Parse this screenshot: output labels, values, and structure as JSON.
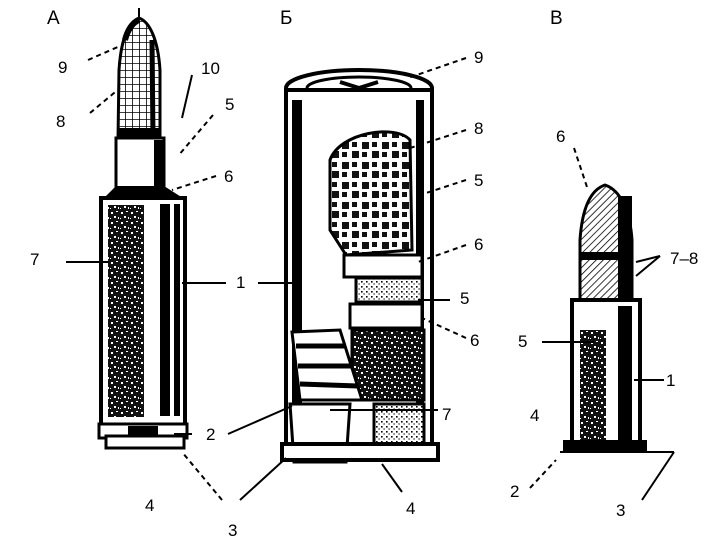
{
  "panels": {
    "a": {
      "title": "А",
      "callouts": {
        "c9": "9",
        "c8": "8",
        "c10": "10",
        "c5": "5",
        "c6": "6",
        "c7": "7",
        "c1": "1",
        "c2": "2",
        "c3": "3",
        "c4": "4"
      }
    },
    "b": {
      "title": "Б",
      "callouts": {
        "c9": "9",
        "c8": "8",
        "c5a": "5",
        "c6a": "6",
        "c5b": "5",
        "c6b": "6",
        "c1": "1",
        "c7": "7",
        "c2": "2",
        "c3": "3",
        "c4": "4"
      }
    },
    "v": {
      "title": "В",
      "callouts": {
        "c6": "6",
        "c78": "7–8",
        "c5": "5",
        "c1": "1",
        "c4": "4",
        "c2": "2",
        "c3": "3"
      }
    }
  }
}
